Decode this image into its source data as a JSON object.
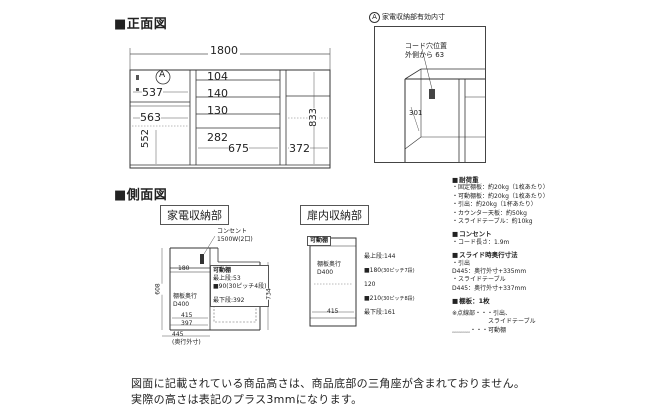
{
  "front": {
    "title": "■正面図",
    "width": "1800",
    "marker": "A",
    "dims": {
      "d537": "537",
      "d563": "563",
      "d552": "552",
      "d104": "104",
      "d140": "140",
      "d130": "130",
      "d282": "282",
      "d675": "675",
      "d372": "372",
      "d833": "833"
    }
  },
  "inset": {
    "marker": "A",
    "title": "家電収納部有効内寸",
    "cord_note_1": "コード穴位置",
    "cord_note_2": "外側から 63",
    "d301": "301"
  },
  "side": {
    "title": "■側面図",
    "kaden_label": "家電収納部",
    "tobira_label": "扉内収納部",
    "kaden": {
      "consent_1": "コンセント",
      "consent_2": "1500W(2口)",
      "kabe": "可動棚",
      "shelf_top": "最上段:53",
      "pitch": "■90(30ピッチ4段)",
      "shelf_bottom": "最下段:392",
      "d180": "180",
      "tanaita_1": "棚板奥行",
      "tanaita_2": "D400",
      "d415": "415",
      "d397": "397",
      "d445": "445",
      "d445_note": "(奥行外寸)",
      "d608": "608",
      "d734": "734"
    },
    "tobira": {
      "kabe": "可動棚",
      "tanaita_1": "棚板奥行",
      "tanaita_2": "D400",
      "top": "最上段:144",
      "p180": "■180",
      "p180_note": "(30ピッチ7段)",
      "v120": "120",
      "p210": "■210",
      "p210_note": "(30ピッチ8段)",
      "bottom": "最下段:161",
      "d415": "415"
    }
  },
  "notes": [
    {
      "kind": "head",
      "text": "耐荷重"
    },
    {
      "kind": "row",
      "text": "・固定棚板：約20kg（1枚あたり）"
    },
    {
      "kind": "row",
      "text": "・可動棚板：約20kg（1枚あたり）"
    },
    {
      "kind": "row",
      "text": "・引出：約20kg（1杯あたり）"
    },
    {
      "kind": "row",
      "text": "・カウンター天板：約50kg"
    },
    {
      "kind": "row",
      "text": "・スライドテーブル：約10kg"
    },
    {
      "kind": "gap",
      "text": ""
    },
    {
      "kind": "head",
      "text": "コンセント"
    },
    {
      "kind": "row",
      "text": "・コード長さ：1.9m"
    },
    {
      "kind": "gap",
      "text": ""
    },
    {
      "kind": "head",
      "text": "スライド時奥行寸法"
    },
    {
      "kind": "row",
      "text": "・引出"
    },
    {
      "kind": "row",
      "text": "D445：奥行外寸+335mm"
    },
    {
      "kind": "row",
      "text": "・スライドテーブル"
    },
    {
      "kind": "row",
      "text": "D445：奥行外寸+337mm"
    },
    {
      "kind": "gap",
      "text": ""
    },
    {
      "kind": "head",
      "text": "棚板：1枚"
    },
    {
      "kind": "gap",
      "text": ""
    },
    {
      "kind": "row",
      "text": "※点線部・・・引出、"
    },
    {
      "kind": "row",
      "text": "　　　　　　スライドテーブル"
    },
    {
      "kind": "row",
      "text": "﹏﹏﹏・・・可動棚"
    }
  ],
  "caption": {
    "line1": "図面に記載されている商品高さは、商品底部の三角座が含まれておりません。",
    "line2": "実際の高さは表記のプラス3mmになります。"
  }
}
